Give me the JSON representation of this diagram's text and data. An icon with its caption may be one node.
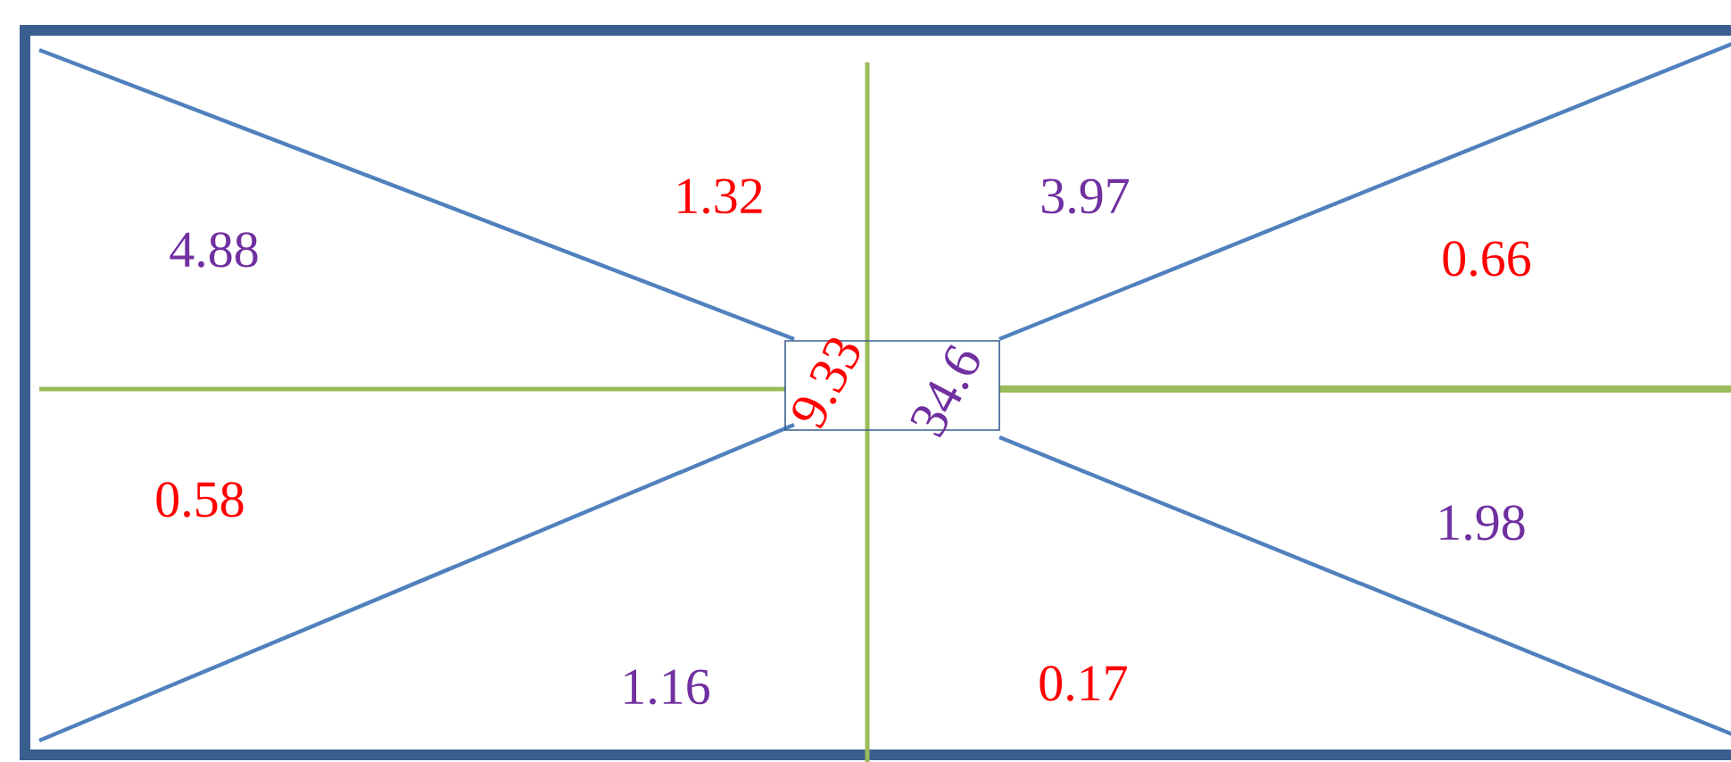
{
  "diagram": {
    "nodes": [
      {
        "text": [
          "9.33",
          "34.6"
        ]
      }
    ],
    "labels": [
      "1.32",
      "3.97",
      "4.88",
      "0.66",
      "0.58",
      "1.98",
      "1.16",
      "0.17"
    ]
  }
}
